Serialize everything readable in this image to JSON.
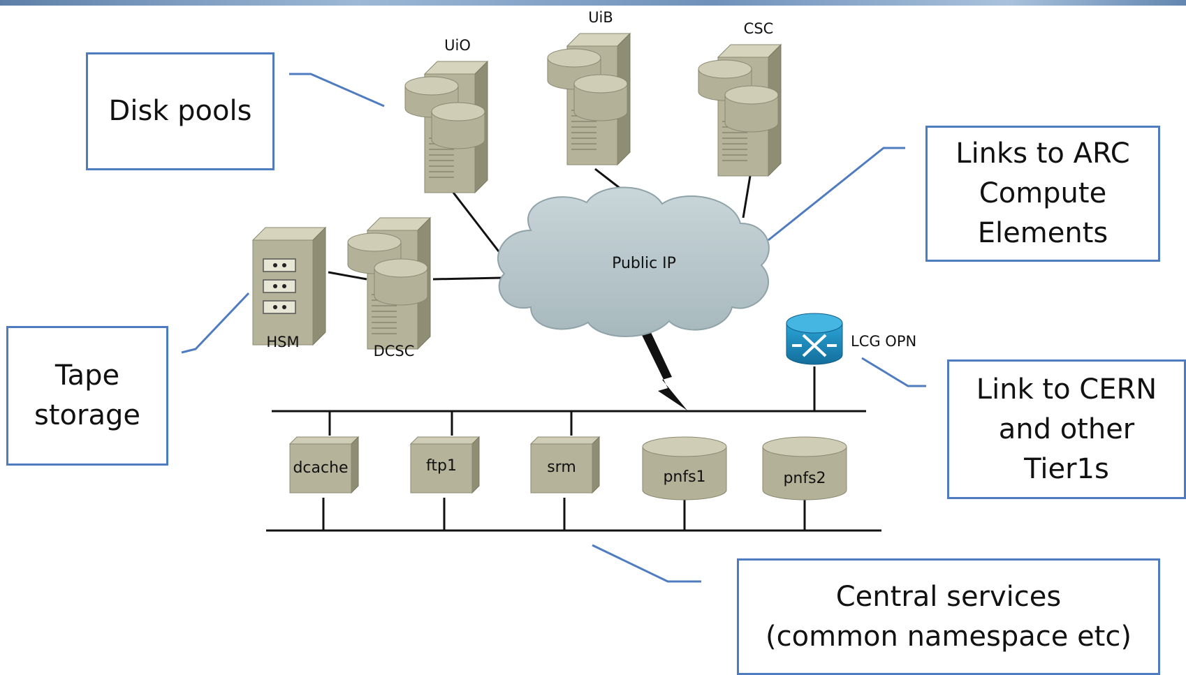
{
  "diagram": {
    "sites": [
      {
        "id": "uio",
        "label": "UiO"
      },
      {
        "id": "uib",
        "label": "UiB"
      },
      {
        "id": "csc",
        "label": "CSC"
      },
      {
        "id": "hsm",
        "label": "HSM"
      },
      {
        "id": "dcsc",
        "label": "DCSC"
      }
    ],
    "cloud_label": "Public IP",
    "router_label": "LCG OPN",
    "services": [
      {
        "id": "dcache",
        "label": "dcache"
      },
      {
        "id": "ftp1",
        "label": "ftp1"
      },
      {
        "id": "srm",
        "label": "srm"
      },
      {
        "id": "pnfs1",
        "label": "pnfs1"
      },
      {
        "id": "pnfs2",
        "label": "pnfs2"
      }
    ],
    "callouts": {
      "disk_pools": "Disk pools",
      "tape_storage": "Tape\nstorage",
      "arc_links": "Links to ARC\nCompute\nElements",
      "cern_link": "Link to CERN\nand other\nTier1s",
      "central_services": "Central services\n(common namespace etc)"
    },
    "colors": {
      "callout_border": "#4f7cc0",
      "server_body": "#b5b39a",
      "cloud_fill": "#b9c8cc",
      "router_fill": "#1d8ec0"
    }
  }
}
